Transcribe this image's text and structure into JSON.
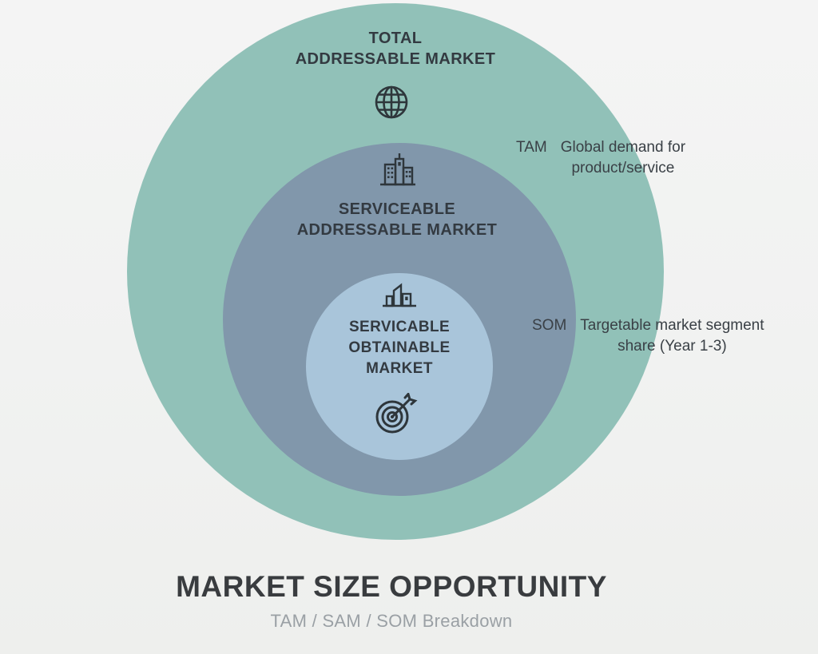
{
  "rings": {
    "tam": {
      "label_line1": "TOTAL",
      "label_line2": "ADDRESSABLE MARKET",
      "color": "#91c1b8",
      "icon": "globe-icon"
    },
    "sam": {
      "label_line1": "SERVICEABLE",
      "label_line2": "ADDRESSABLE MARKET",
      "color": "#8197ab",
      "icon": "buildings-icon"
    },
    "som": {
      "label_line1": "SERVICABLE",
      "label_line2": "OBTAINABLE",
      "label_line3": "MARKET",
      "color": "#a9c5da",
      "icon_top": "skyline-icon",
      "icon_bottom": "target-arrow-icon"
    }
  },
  "annotations": {
    "tam": {
      "label": "TAM",
      "desc_line1": "Global demand for",
      "desc_line2": "product/service"
    },
    "som": {
      "label": "SOM",
      "desc_line1": "Targetable market segment",
      "desc_line2": "share (Year 1-3)"
    }
  },
  "footer": {
    "title": "MARKET SIZE OPPORTUNITY",
    "subtitle": "TAM / SAM / SOM Breakdown"
  },
  "colors": {
    "background": "#f1f2f1",
    "text_dark": "#333a41",
    "text_muted": "#9aa0a5",
    "icon_stroke": "#2e363b"
  }
}
